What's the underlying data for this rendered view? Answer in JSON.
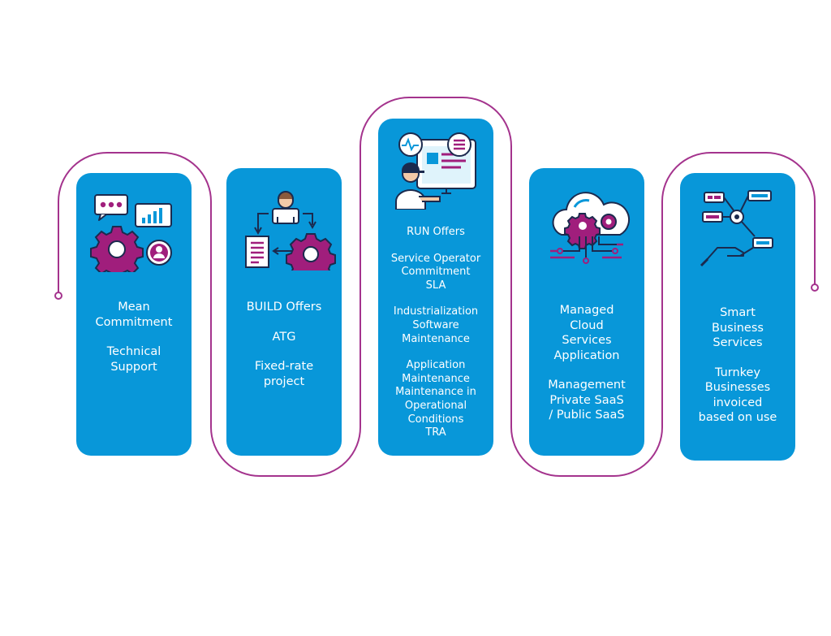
{
  "colors": {
    "card": "#0897d9",
    "connector": "#a4338d",
    "icon_dark": "#1b2a4e",
    "icon_magenta": "#a01e7c",
    "icon_light": "#dff3fb"
  },
  "cards": [
    {
      "icon": "gear-chat-icon",
      "lines": [
        "Mean",
        "Commitment",
        "",
        "Technical",
        "Support"
      ]
    },
    {
      "icon": "build-workflow-icon",
      "lines": [
        "BUILD Offers",
        "",
        "ATG",
        "",
        "Fixed-rate",
        "project"
      ]
    },
    {
      "icon": "operator-monitor-icon",
      "lines": [
        "RUN Offers",
        "",
        "Service Operator",
        "Commitment",
        "SLA",
        "",
        "Industrialization",
        "Software",
        "Maintenance",
        "",
        "Application",
        "Maintenance",
        "Maintenance in",
        "Operational",
        "Conditions",
        "TRA"
      ]
    },
    {
      "icon": "cloud-gear-icon",
      "lines": [
        "Managed",
        "Cloud",
        "Services",
        "Application",
        "",
        "Management",
        "Private SaaS",
        "/ Public SaaS"
      ]
    },
    {
      "icon": "hand-network-icon",
      "lines": [
        "Smart",
        "Business",
        "Services",
        "",
        "Turnkey",
        "Businesses",
        "invoiced",
        "based on use"
      ]
    }
  ]
}
